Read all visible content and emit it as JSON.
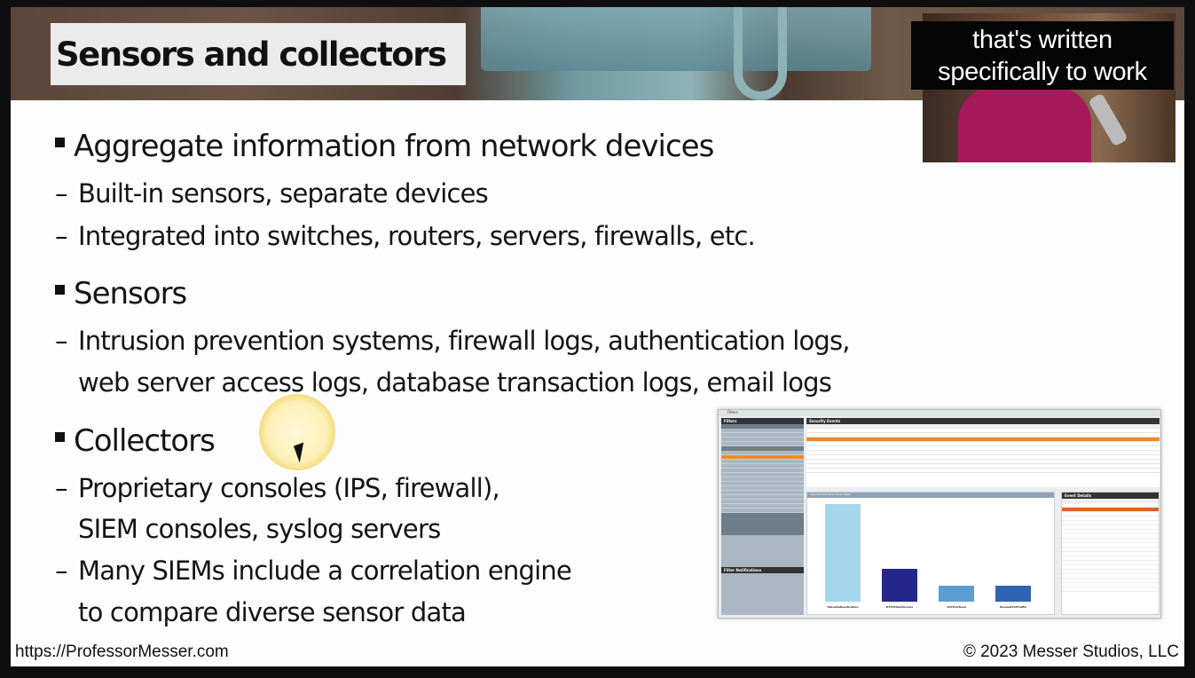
{
  "slide": {
    "title": "Sensors and collectors",
    "bullets": [
      {
        "text": "Aggregate information from network devices",
        "subs": [
          "Built-in sensors, separate devices",
          "Integrated into switches, routers, servers, firewalls, etc."
        ]
      },
      {
        "text": "Sensors",
        "subs": [
          "Intrusion prevention systems, firewall logs, authentication logs,",
          "web server access logs, database transaction logs, email logs"
        ]
      },
      {
        "text": "Collectors",
        "subs": [
          "Proprietary consoles (IPS, firewall),",
          "SIEM consoles, syslog servers",
          "Many SIEMs include a correlation engine",
          "to compare diverse sensor data"
        ]
      }
    ],
    "footer_left": "https://ProfessorMesser.com",
    "footer_right": "© 2023 Messer Studios, LLC"
  },
  "caption": {
    "line1": "that's written",
    "line2": "specifically to work"
  },
  "app": {
    "window_title": "Filters",
    "filters_title": "Filters",
    "events_title": "Security Events",
    "notifications_title": "Filter Notifications",
    "details_title": "Event Details",
    "chart_title": "Security Events by Event Type",
    "chart": {
      "categories": [
        "FailedAuthentication",
        "HTTPClientAccess",
        "TCPPortScan",
        "UnusualTCPTraffic"
      ],
      "values": [
        6,
        2,
        1,
        1
      ],
      "colors": [
        "#a4d7ec",
        "#24288a",
        "#5b9fd2",
        "#2f64b3"
      ],
      "ymax": 6
    }
  }
}
